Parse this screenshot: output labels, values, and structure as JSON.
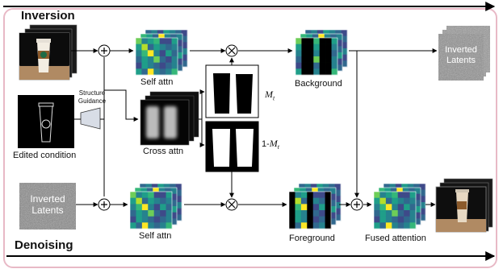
{
  "sections": {
    "top": "Inversion",
    "bottom": "Denoising"
  },
  "labels": {
    "structure_guidance": "Structure\nGuidance",
    "edited_condition": "Edited condition",
    "self_attn_top": "Self attn",
    "cross_attn": "Cross attn",
    "self_attn_bottom": "Self attn",
    "mask": "M",
    "mask_sub": "t",
    "inv_mask_prefix": "1-",
    "background": "Background",
    "foreground": "Foreground",
    "fused_attention": "Fused attention",
    "inverted_latents_in": "Inverted\nLatents",
    "inverted_latents_out": "Inverted\nLatents"
  },
  "colors": {
    "frame": "#e8b9c6",
    "heat_low": "#440154",
    "heat_mid": "#21918c",
    "heat_high": "#fde725",
    "noise": "#8a8a8a"
  },
  "icons": [
    "coffee-cup-image",
    "edge-map-image",
    "encoder-trapezoid-icon",
    "plus-operator-icon",
    "multiply-operator-icon"
  ]
}
